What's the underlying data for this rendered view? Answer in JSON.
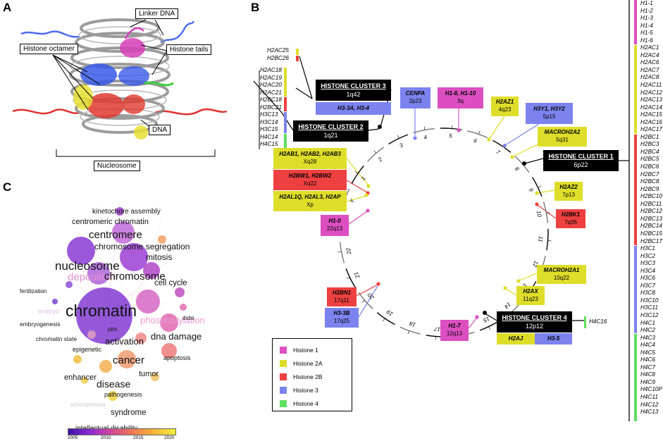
{
  "panels": {
    "a": "A",
    "b": "B",
    "c": "C"
  },
  "panel_a": {
    "labels": {
      "linker_dna": "Linker DNA",
      "histone_octamer": "Histone octamer",
      "histone_tails": "Histone tails",
      "dna": "DNA",
      "nucleosome": "Nucleosome"
    }
  },
  "panel_b": {
    "chromosomes": [
      "1",
      "2",
      "3",
      "4",
      "5",
      "6",
      "7",
      "8",
      "9",
      "10",
      "11",
      "12",
      "13",
      "14",
      "15",
      "16",
      "17",
      "18",
      "19",
      "20",
      "21",
      "22",
      "X",
      "Y"
    ],
    "clusters": [
      {
        "name": "HISTONE CLUSTER 1",
        "loc": "6p22"
      },
      {
        "name": "HISTONE CLUSTER 2",
        "loc": "1q21"
      },
      {
        "name": "HISTONE CLUSTER 3",
        "loc": "1q42"
      },
      {
        "name": "HISTONE CLUSTER 4",
        "loc": "12p12"
      }
    ],
    "cluster3_sub": "H3-3A, H3-4",
    "cluster4_sub": [
      "H2AJ",
      "H3-5"
    ],
    "genes": [
      {
        "gene": "CENPA",
        "loc": "2p23",
        "color": "#7c83ee"
      },
      {
        "gene": "H1-8, H1-10",
        "loc": "3q",
        "color": "#db4fc0"
      },
      {
        "gene": "H2AZ1",
        "loc": "4q23",
        "color": "#dede2a"
      },
      {
        "gene": "H3Y1, H3Y2",
        "loc": "5p15",
        "color": "#7c83ee"
      },
      {
        "gene": "MACROH2A2",
        "loc": "5q31",
        "color": "#dede2a"
      },
      {
        "gene": "H2AB1, H2AB2, H2AB3",
        "loc": "Xq28",
        "color": "#dede2a"
      },
      {
        "gene": "H2BW1, H2BW2",
        "loc": "Xq22",
        "color": "#ee4040"
      },
      {
        "gene": "H2AL1Q, H2AL3, H2AP",
        "loc": "Xp",
        "color": "#dede2a"
      },
      {
        "gene": "H1-0",
        "loc": "22q13",
        "color": "#db4fc0"
      },
      {
        "gene": "H2AZ2",
        "loc": "7p13",
        "color": "#dede2a"
      },
      {
        "gene": "H2BK1",
        "loc": "7q36",
        "color": "#ee4040"
      },
      {
        "gene": "H2BN1",
        "loc": "17q11",
        "color": "#ee4040"
      },
      {
        "gene": "H3-3B",
        "loc": "17q25",
        "color": "#7c83ee"
      },
      {
        "gene": "MACROH2A1",
        "loc": "10q22",
        "color": "#dede2a"
      },
      {
        "gene": "H2AX",
        "loc": "11q23",
        "color": "#dede2a"
      },
      {
        "gene": "H1-7",
        "loc": "12q13",
        "color": "#db4fc0"
      }
    ],
    "cluster3_genes": [
      "H2AC25",
      "H2BC26"
    ],
    "cluster2_genes": [
      "H2AC18",
      "H2AC19",
      "H2AC20",
      "H2AC21",
      "H2BC18",
      "H2BC21",
      "H3C13",
      "H3C14",
      "H3C15",
      "H4C14",
      "H4C15"
    ],
    "cluster4_gene": "H4C16",
    "cluster1_genes": [
      "H1-1",
      "H1-2",
      "H1-3",
      "H1-4",
      "H1-5",
      "H1-6",
      "H2AC1",
      "H2AC4",
      "H2AC6",
      "H2AC7",
      "H2AC8",
      "H2AC11",
      "H2AC12",
      "H2AC13",
      "H2AC14",
      "H2AC15",
      "H2AC16",
      "H2AC17",
      "H2BC1",
      "H2BC3",
      "H2BC4",
      "H2BC5",
      "H2BC6",
      "H2BC7",
      "H2BC8",
      "H2BC9",
      "H2BC10",
      "H2BC11",
      "H2BC12",
      "H2BC13",
      "H2BC14",
      "H2BC15",
      "H2BC17",
      "H3C1",
      "H3C2",
      "H3C3",
      "H3C4",
      "H3C6",
      "H3C7",
      "H3C8",
      "H3C10",
      "H3C11",
      "H3C12",
      "H4C1",
      "H4C2",
      "H4C3",
      "H4C4",
      "H4C5",
      "H4C6",
      "H4C7",
      "H4C8",
      "H4C9",
      "H4C10P",
      "H4C11",
      "H4C12",
      "H4C13"
    ],
    "legend": [
      {
        "label": "Histone 1",
        "color": "#db4fc0"
      },
      {
        "label": "Histone 2A",
        "color": "#dede2a"
      },
      {
        "label": "Histone 2B",
        "color": "#ee4040"
      },
      {
        "label": "Histone 3",
        "color": "#7c83ee"
      },
      {
        "label": "Histone 4",
        "color": "#5fe05f"
      }
    ]
  },
  "panel_c": {
    "terms": [
      "kinetochore assembly",
      "centromeric chromatin",
      "centromere",
      "chromosome segregation",
      "mitosis",
      "nucleosome",
      "deposition",
      "chromosome",
      "cell cycle",
      "fertilization",
      "chromatin",
      "embryo",
      "embryogenesis",
      "phosphorylation",
      "dsbs",
      "chromatin state",
      "ptm",
      "epigenetic",
      "activation",
      "dna damage",
      "cancer",
      "apoptosis",
      "tumor",
      "enhancer",
      "disease",
      "pathogenesis",
      "schizophrenia",
      "syndrome",
      "intellectual disability"
    ],
    "colorbar": [
      "2005",
      "2010",
      "2015",
      "2020"
    ]
  }
}
